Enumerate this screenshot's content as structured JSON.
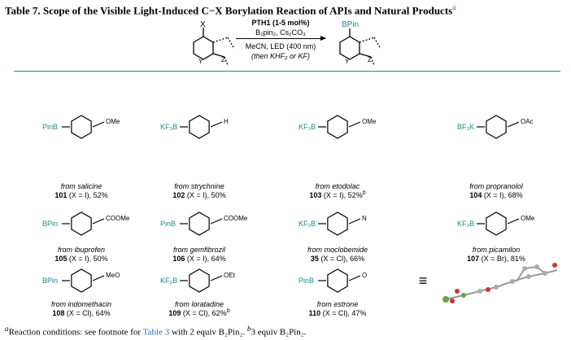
{
  "title": "Table 7. Scope of the Visible Light-Induced C−X Borylation Reaction of APIs and Natural Products",
  "title_mark": "a",
  "scheme": {
    "sm_label": "X",
    "product_label": "BPin",
    "y": "Y",
    "z": "Z",
    "cond": [
      "PTH1 (1-5 mol%)",
      "B₂pin₂, Cs₂CO₃",
      "MeCN, LED (400 nm)",
      "(then KHF₂ or KF)"
    ]
  },
  "compounds": [
    {
      "boron": "PinB",
      "from": "from salicine",
      "num": "101",
      "detail": " (X = I), 52%",
      "sup": "",
      "extra": "OMe"
    },
    {
      "boron": "KF₃B",
      "from": "from strychnine",
      "num": "102",
      "detail": " (X = I), 50%",
      "sup": "",
      "extra": "H"
    },
    {
      "boron": "KF₃B",
      "from": "from etodolac",
      "num": "103",
      "detail": " (X = I), 52%",
      "sup": "b",
      "extra": "OMe"
    },
    {
      "boron": "BF₃K",
      "from": "from propranolol",
      "num": "104",
      "detail": " (X = I), 68%",
      "sup": "",
      "extra": "OAc"
    },
    {
      "boron": "BPin",
      "from": "from ibuprofen",
      "num": "105",
      "detail": " (X = I), 50%",
      "sup": "",
      "extra": "COOMe"
    },
    {
      "boron": "PinB",
      "from": "from gemfibrozil",
      "num": "106",
      "detail": " (X = I), 64%",
      "sup": "",
      "extra": "COOMe"
    },
    {
      "boron": "KF₃B",
      "from": "from moclobemide",
      "num": "35",
      "detail": " (X = Cl), 66%",
      "sup": "",
      "extra": "N"
    },
    {
      "boron": "KF₃B",
      "from": "from picamilon",
      "num": "107",
      "detail": " (X = Br), 81%",
      "sup": "",
      "extra": "OMe"
    },
    {
      "boron": "BPin",
      "from": "from indomethacin",
      "num": "108",
      "detail": " (X = Cl), 64%",
      "sup": "",
      "extra": "MeO"
    },
    {
      "boron": "KF₃B",
      "from": "from loratadine",
      "num": "109",
      "detail": " (X = Cl), 62%",
      "sup": "b",
      "extra": "OEt"
    },
    {
      "boron": "PinB",
      "from": "from estrone",
      "num": "110",
      "detail": " (X = Cl), 47%",
      "sup": "",
      "extra": "O"
    }
  ],
  "equiv_symbol": "≡",
  "footnote": {
    "a": "a",
    "text1": "Reaction conditions: see footnote for ",
    "link": "Table 3",
    "text2": " with 2 equiv B₂Pin₂. ",
    "b": "b",
    "text3": "3 equiv B₂Pin₂."
  },
  "colors": {
    "teal": "#1b8a8a",
    "link": "#2a6fb0"
  }
}
